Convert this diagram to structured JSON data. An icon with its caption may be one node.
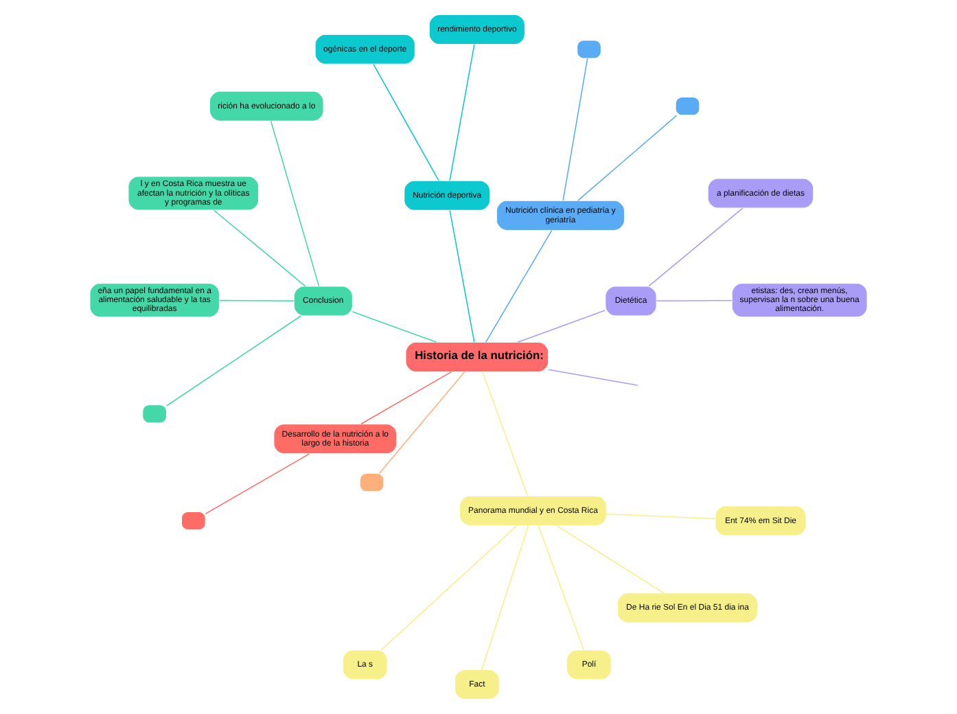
{
  "diagram": {
    "nodes": [
      {
        "text": [
          "Historia de la nutrición:"
        ]
      },
      {
        "text": [
          "Dietética"
        ]
      },
      {
        "text": [
          "etistas: des, crean menús, supervisan la n sobre una buena alimentación."
        ]
      },
      {
        "text": [
          "a planificación de dietas"
        ]
      },
      {
        "text": [
          "Nutrición clínica en pediatría y geriatría"
        ]
      },
      {
        "text": [],
        "shape": "box"
      },
      {
        "text": [],
        "shape": "box"
      },
      {
        "text": [
          "Nutrición deportiva"
        ]
      },
      {
        "text": [
          "rendimiento deportivo"
        ]
      },
      {
        "text": [
          "ogénicas en el deporte"
        ]
      },
      {
        "text": [
          "Conclusion"
        ]
      },
      {
        "text": [
          "rición ha evolucionado a lo"
        ]
      },
      {
        "text": [
          "l y en Costa Rica muestra ue afectan la nutrición y la olíticas y programas de"
        ]
      },
      {
        "text": [
          "eña un papel fundamental en a alimentación saludable y la tas equilibradas"
        ]
      },
      {
        "text": [],
        "shape": "box"
      },
      {
        "text": [
          "Desarrollo de la nutrición a lo largo de la historia"
        ]
      },
      {
        "text": [],
        "shape": "box"
      },
      {
        "text": [],
        "shape": "box"
      },
      {
        "text": [
          "Panorama mundial y en Costa Rica"
        ]
      },
      {
        "text": [
          "La s"
        ]
      },
      {
        "text": [
          "Fact"
        ]
      },
      {
        "text": [
          "Polí"
        ]
      },
      {
        "text": [
          "De Ha rie Sol En el Dia 51 dia ina"
        ]
      },
      {
        "text": [
          "Ent 74% em Sit Die"
        ]
      }
    ],
    "edges": [
      {
        "from": 0,
        "to": null,
        "arrow": "none",
        "color": "#a99cf7"
      },
      {
        "from": 0,
        "to": 1,
        "arrow": "none",
        "color": "#a99cf7"
      },
      {
        "from": 1,
        "to": 2,
        "arrow": "none",
        "color": "#a99cf7"
      },
      {
        "from": 1,
        "to": 3,
        "arrow": "none",
        "color": "#a99cf7"
      },
      {
        "from": 0,
        "to": 4,
        "arrow": "none",
        "color": "#5aabf5"
      },
      {
        "from": 4,
        "to": 5,
        "arrow": "none",
        "color": "#5aabf5"
      },
      {
        "from": 4,
        "to": 6,
        "arrow": "none",
        "color": "#5aabf5"
      },
      {
        "from": 0,
        "to": 7,
        "arrow": "none",
        "color": "#0bc9cf"
      },
      {
        "from": 7,
        "to": 8,
        "arrow": "none",
        "color": "#0bc9cf"
      },
      {
        "from": 7,
        "to": 9,
        "arrow": "none",
        "color": "#0bc9cf"
      },
      {
        "from": 0,
        "to": 10,
        "arrow": "none",
        "color": "#44d7a8"
      },
      {
        "from": 10,
        "to": 11,
        "arrow": "none",
        "color": "#44d7a8"
      },
      {
        "from": 10,
        "to": 12,
        "arrow": "none",
        "color": "#44d7a8"
      },
      {
        "from": 10,
        "to": 13,
        "arrow": "none",
        "color": "#44d7a8"
      },
      {
        "from": 10,
        "to": 14,
        "arrow": "none",
        "color": "#44d7a8"
      },
      {
        "from": 0,
        "to": 15,
        "arrow": "none",
        "color": "#ff6b65"
      },
      {
        "from": 15,
        "to": 16,
        "arrow": "none",
        "color": "#ff6b65"
      },
      {
        "from": 0,
        "to": 17,
        "arrow": "none",
        "color": "#ffb07a"
      },
      {
        "from": 0,
        "to": 18,
        "arrow": "none",
        "color": "#f7f08a"
      },
      {
        "from": 18,
        "to": 19,
        "arrow": "none",
        "color": "#f7f08a"
      },
      {
        "from": 18,
        "to": 20,
        "arrow": "none",
        "color": "#f7f08a"
      },
      {
        "from": 18,
        "to": 21,
        "arrow": "none",
        "color": "#f7f08a"
      },
      {
        "from": 18,
        "to": 22,
        "arrow": "none",
        "color": "#f7f08a"
      },
      {
        "from": 18,
        "to": 23,
        "arrow": "none",
        "color": "#f7f08a"
      }
    ]
  }
}
